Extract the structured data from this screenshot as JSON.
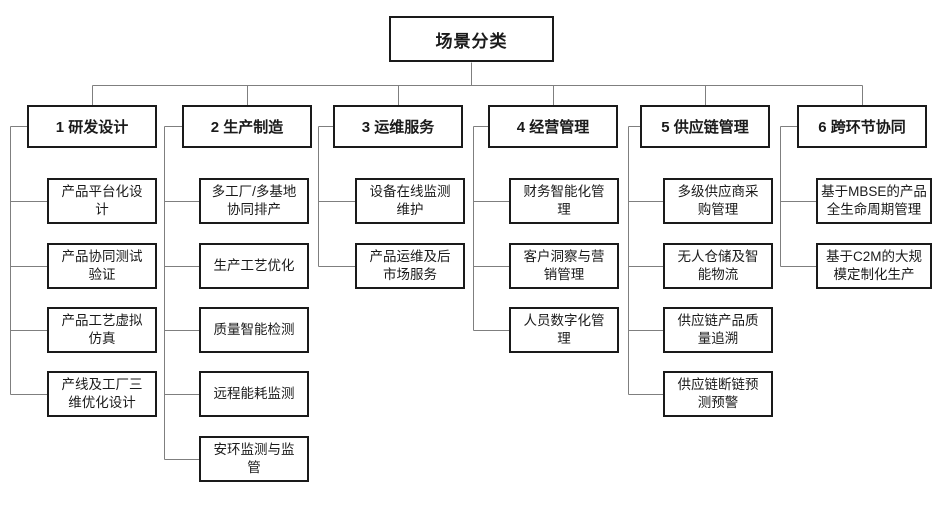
{
  "diagram": {
    "root": {
      "label": "场景分类"
    },
    "categories": [
      {
        "label": "1 研发设计",
        "children": [
          "产品平台化设\n计",
          "产品协同测试\n验证",
          "产品工艺虚拟\n仿真",
          "产线及工厂三\n维优化设计"
        ]
      },
      {
        "label": "2 生产制造",
        "children": [
          "多工厂/多基地\n协同排产",
          "生产工艺优化",
          "质量智能检测",
          "远程能耗监测",
          "安环监测与监\n管"
        ]
      },
      {
        "label": "3 运维服务",
        "children": [
          "设备在线监测\n维护",
          "产品运维及后\n市场服务"
        ]
      },
      {
        "label": "4 经营管理",
        "children": [
          "财务智能化管\n理",
          "客户洞察与营\n销管理",
          "人员数字化管\n理"
        ]
      },
      {
        "label": "5 供应链管理",
        "children": [
          "多级供应商采\n购管理",
          "无人仓储及智\n能物流",
          "供应链产品质\n量追溯",
          "供应链断链预\n测预警"
        ]
      },
      {
        "label": "6 跨环节协同",
        "children": [
          "基于MBSE的产品\n全生命周期管理",
          "基于C2M的大规\n模定制化生产"
        ]
      }
    ],
    "colors": {
      "background": "#ffffff",
      "box_border": "#1a1a1a",
      "connector": "#7f7f7f",
      "text": "#1a1a1a"
    }
  }
}
